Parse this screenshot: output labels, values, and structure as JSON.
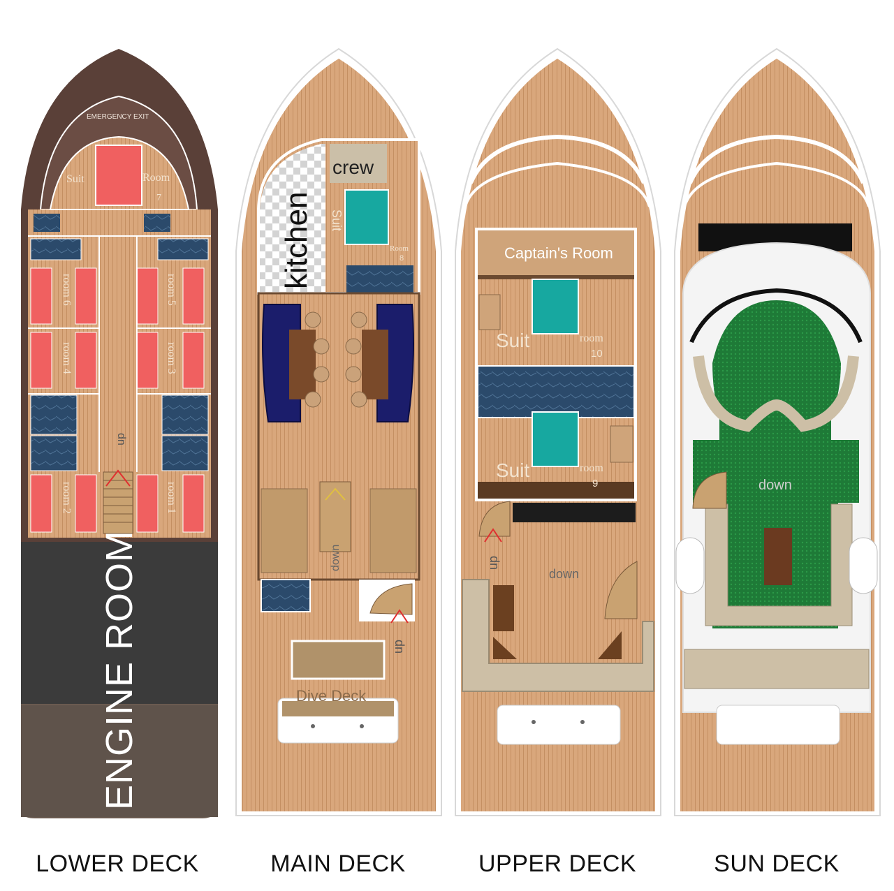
{
  "decks": [
    {
      "name": "LOWER DECK"
    },
    {
      "name": "MAIN DECK"
    },
    {
      "name": "UPPER DECK"
    },
    {
      "name": "SUN DECK"
    }
  ],
  "lower": {
    "emergency_exit": "EMERGENCY EXIT",
    "suit": "Suit",
    "room": "Room",
    "room7": "7",
    "room6": "room 6",
    "room5": "room 5",
    "room4": "room 4",
    "room3": "room 3",
    "room2": "room 2",
    "room1": "room 1",
    "dn": "dn",
    "engine_room": "ENGINE ROOM"
  },
  "main": {
    "crew": "crew",
    "kitchen": "kitchen",
    "suit": "Suit",
    "room8": "Room",
    "room8_num": "8",
    "down": "down",
    "dn": "dn",
    "dive_deck": "Dive Deck"
  },
  "upper": {
    "captain": "Captain's Room",
    "suit10": "Suit",
    "room10": "room",
    "room10_num": "10",
    "suit9": "Suit",
    "room9": "room",
    "room9_num": "9",
    "dn": "dn",
    "down": "down"
  },
  "sun": {
    "down": "down"
  },
  "colors": {
    "teak": "#d9a77c",
    "engine": "#3d3d3d",
    "bed_red": "#f06060",
    "bed_teal": "#17a8a0",
    "marble": "#2d4a6a",
    "carpet": "#1f7d3a",
    "sofa_navy": "#1b1d6b"
  }
}
